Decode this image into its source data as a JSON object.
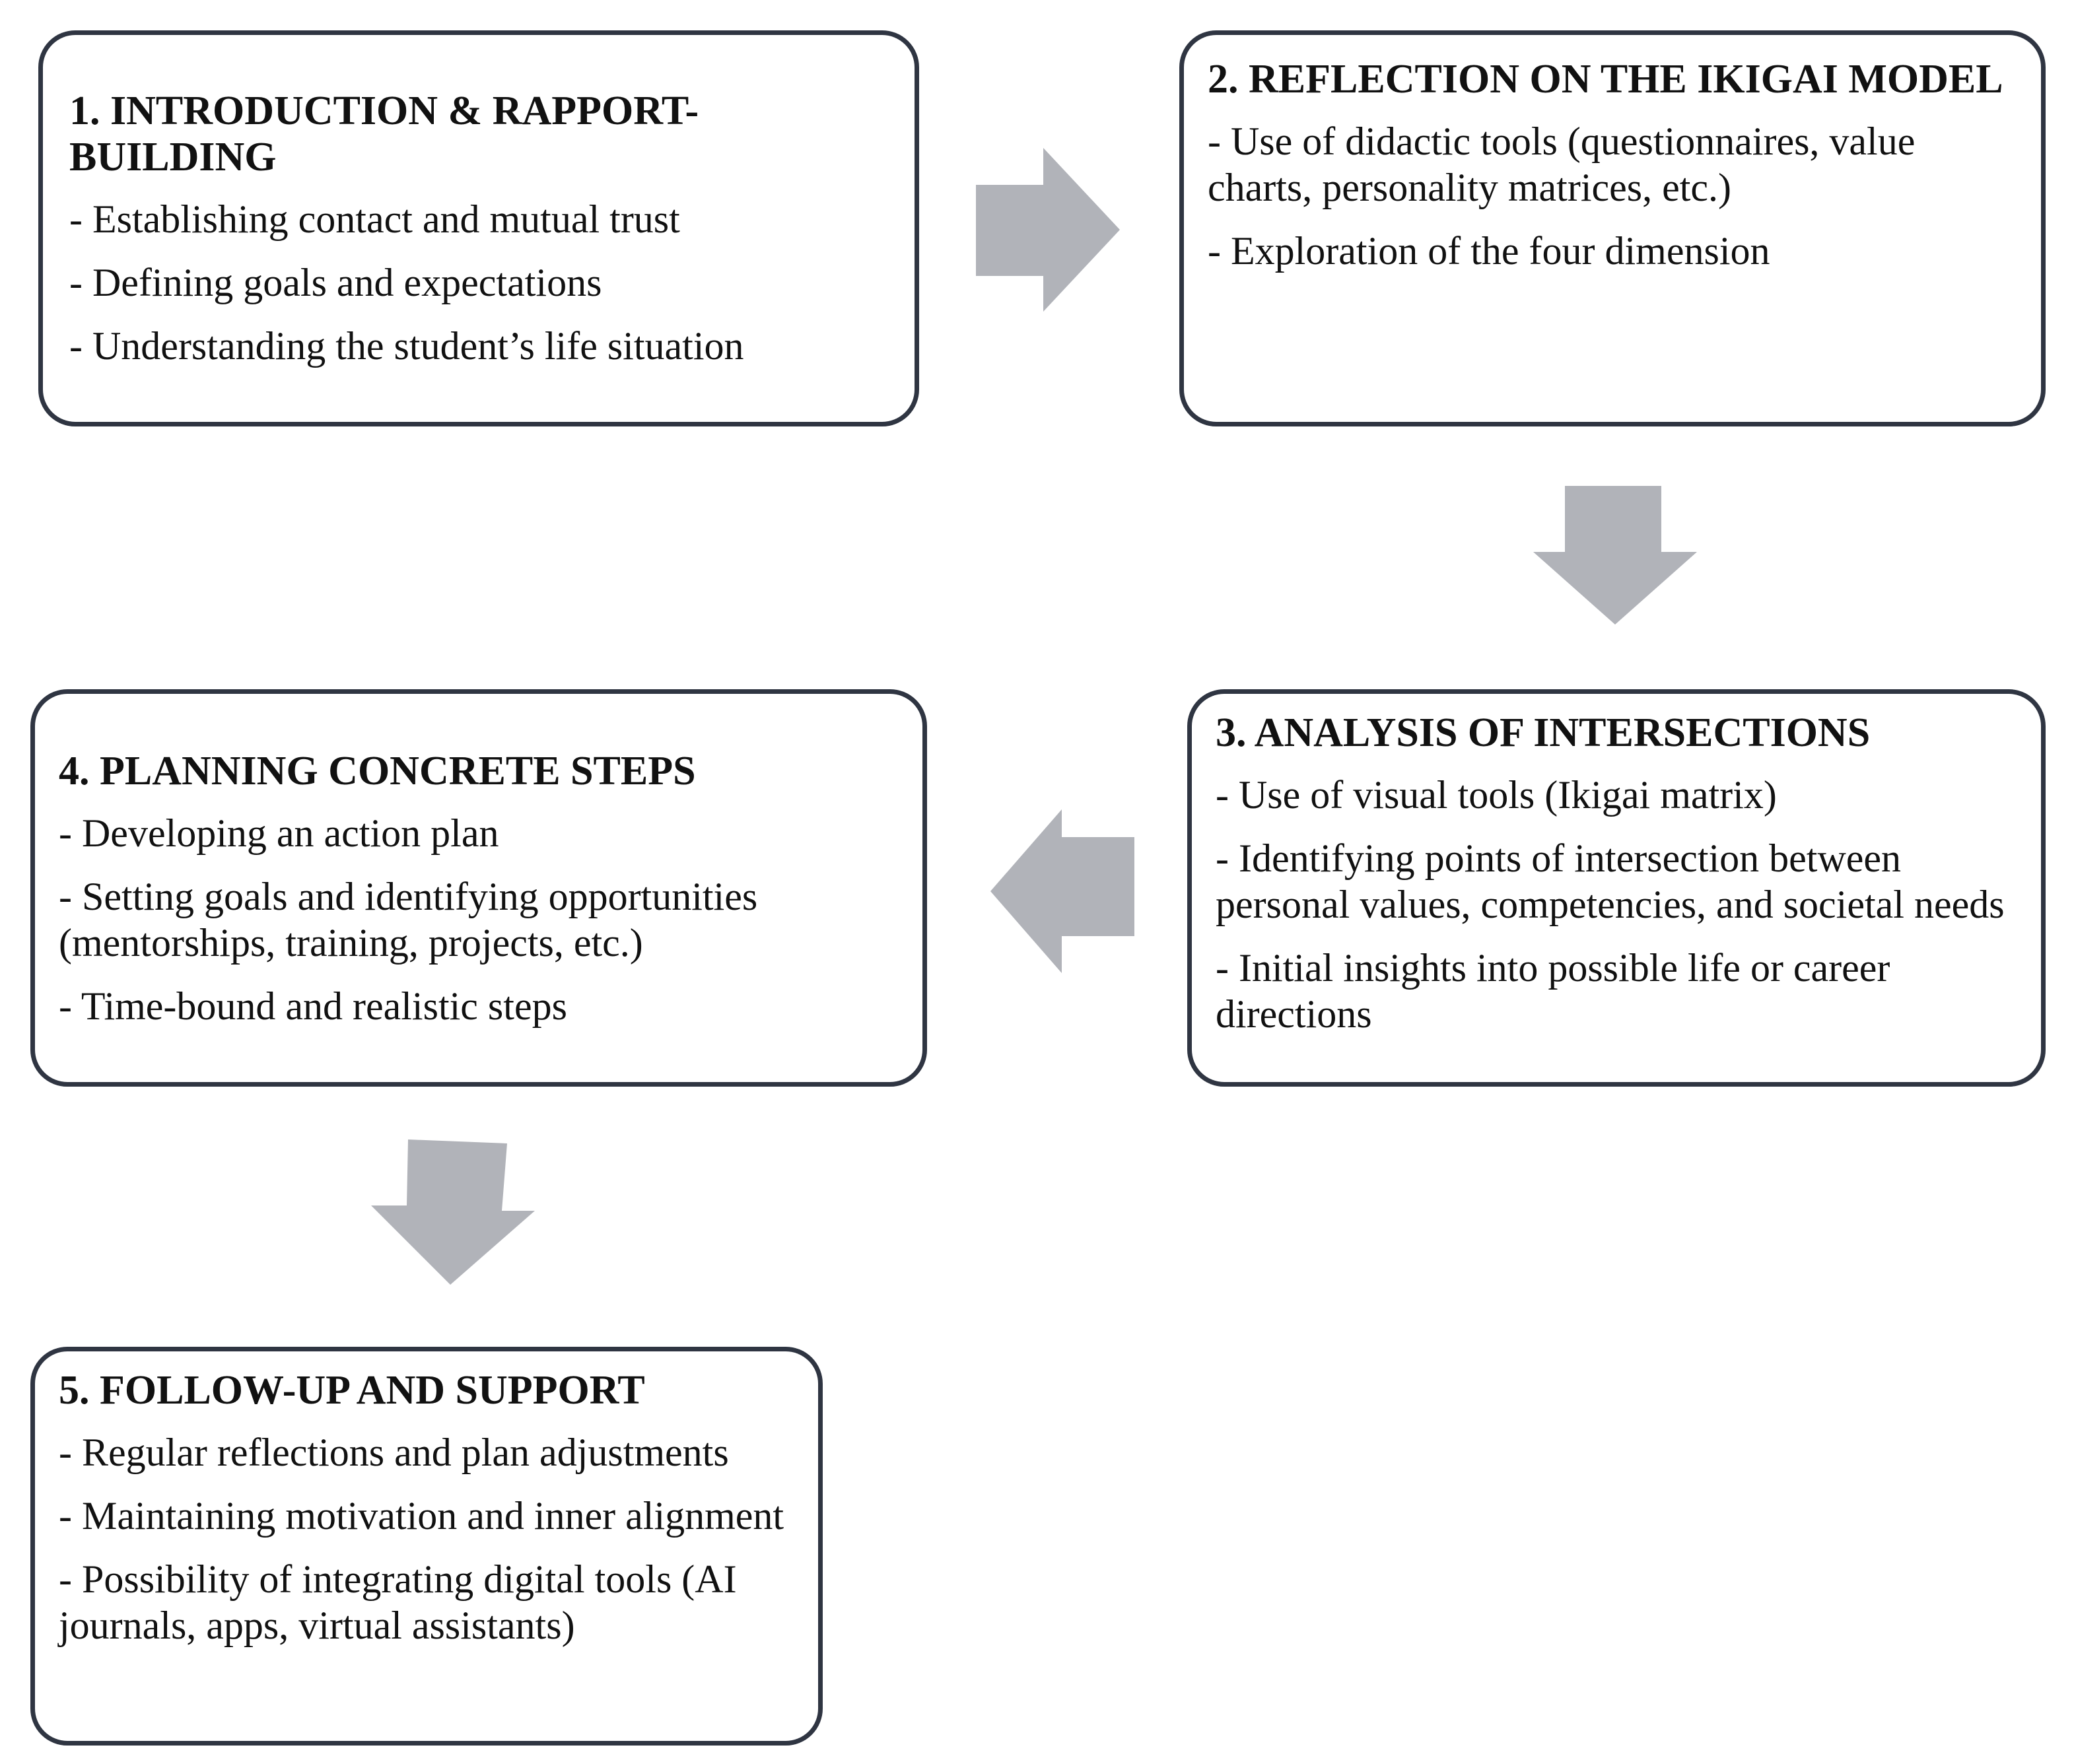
{
  "steps": [
    {
      "title": "1. INTRODUCTION & RAPPORT-BUILDING",
      "items": [
        "- Establishing contact and mutual trust",
        "- Defining goals and expectations",
        "- Understanding the student’s life situation"
      ]
    },
    {
      "title": "2. REFLECTION ON THE IKIGAI MODEL",
      "items": [
        "- Use of didactic tools (questionnaires, value charts, personality matrices, etc.)",
        "- Exploration of the four dimension"
      ]
    },
    {
      "title": "3. ANALYSIS OF INTERSECTIONS",
      "items": [
        "- Use of visual tools (Ikigai matrix)",
        "- Identifying points of intersection between personal values, competencies, and societal needs",
        "- Initial insights into possible life or career directions"
      ]
    },
    {
      "title": "4. PLANNING CONCRETE STEPS",
      "items": [
        "- Developing an action plan",
        "- Setting goals and identifying opportunities (mentorships, training, projects, etc.)",
        "- Time-bound and realistic steps"
      ]
    },
    {
      "title": "5. FOLLOW-UP AND SUPPORT",
      "items": [
        "- Regular reflections and plan adjustments",
        "- Maintaining motivation and inner alignment",
        "- Possibility of integrating digital tools (AI journals, apps, virtual assistants)"
      ]
    }
  ],
  "colors": {
    "box_border": "#2f3542",
    "arrow_fill": "#b1b3b9",
    "text": "#111111"
  }
}
